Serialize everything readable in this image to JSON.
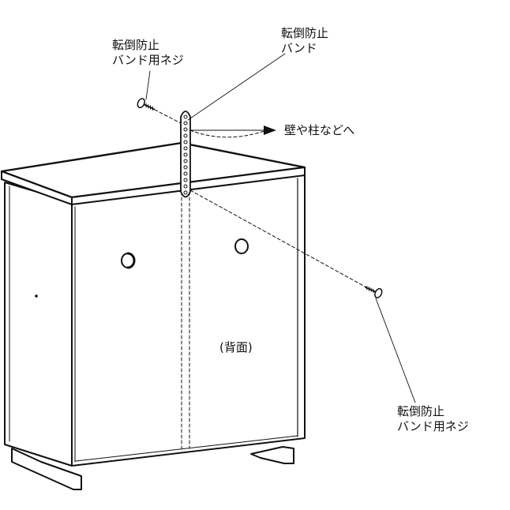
{
  "labels": {
    "screw_top": {
      "line1": "転倒防止",
      "line2": "バンド用ネジ"
    },
    "band": {
      "line1": "転倒防止",
      "line2": "バンド"
    },
    "wall": "壁や柱などへ",
    "back": "(背面)",
    "screw_bottom": {
      "line1": "転倒防止",
      "line2": "バンド用ネジ"
    }
  },
  "colors": {
    "line": "#111111",
    "fill": "#ffffff"
  },
  "icons": [
    "screw-icon",
    "arrow-right-icon"
  ]
}
